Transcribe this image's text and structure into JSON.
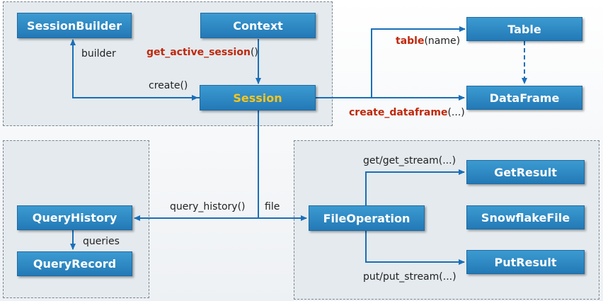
{
  "nodes": {
    "session_builder": "SessionBuilder",
    "context": "Context",
    "session": "Session",
    "table": "Table",
    "dataframe": "DataFrame",
    "get_result": "GetResult",
    "snowflake_file": "SnowflakeFile",
    "put_result": "PutResult",
    "file_operation": "FileOperation",
    "query_history": "QueryHistory",
    "query_record": "QueryRecord"
  },
  "edges": {
    "builder": "builder",
    "get_active_session": "get_active_session",
    "get_active_session_suffix": "()",
    "create": "create()",
    "table": "table",
    "table_suffix": "(name)",
    "create_dataframe": "create_dataframe",
    "create_dataframe_suffix": "(...)",
    "get_stream": "get/get_stream(...)",
    "put_stream": "put/put_stream(...)",
    "query_history": "query_history()",
    "file": "file",
    "queries": "queries"
  },
  "colors": {
    "node_fill": "#2b86c2",
    "session_text": "#f7c51e",
    "method_text": "#c0280c",
    "arrow": "#1a6fb8"
  }
}
